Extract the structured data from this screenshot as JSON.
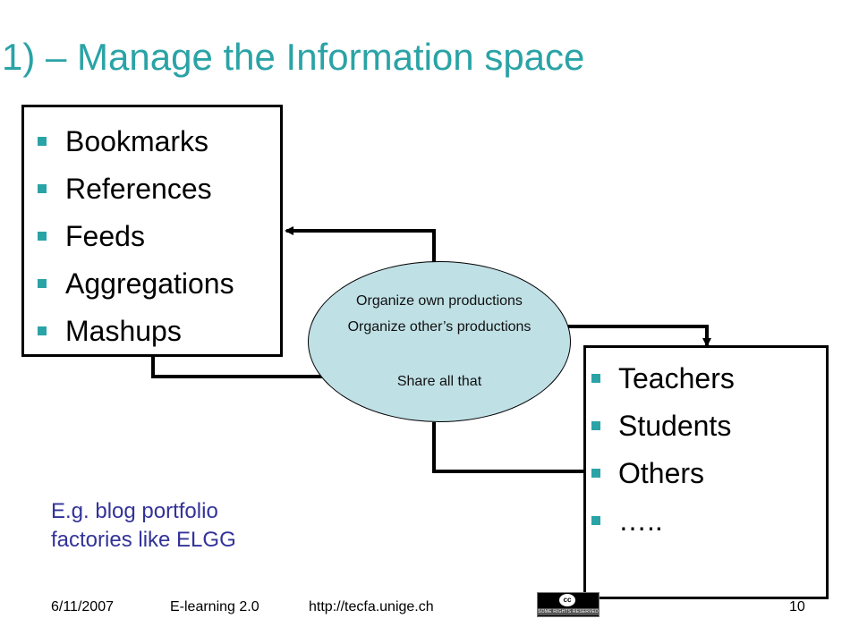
{
  "title": "1) – Manage the Information space",
  "left_box": {
    "items": [
      "Bookmarks",
      "References",
      "Feeds",
      "Aggregations",
      "Mashups"
    ]
  },
  "right_box": {
    "items": [
      "Teachers",
      "Students",
      "Others",
      "….."
    ]
  },
  "ellipse": {
    "line1": "Organize own productions",
    "line2": "Organize other’s productions",
    "line3": "Share all that"
  },
  "note": {
    "line1": "E.g. blog portfolio",
    "line2": "factories like ELGG"
  },
  "footer": {
    "date": "6/11/2007",
    "course": "E-learning 2.0",
    "url": "http://tecfa.unige.ch",
    "page": "10",
    "license_symbol": "cc",
    "license_text": "SOME RIGHTS RESERVED"
  },
  "colors": {
    "title": "#2aa3a6",
    "bullet": "#2aa3a6",
    "ellipse_fill": "#bfe0e5",
    "note": "#333399"
  }
}
